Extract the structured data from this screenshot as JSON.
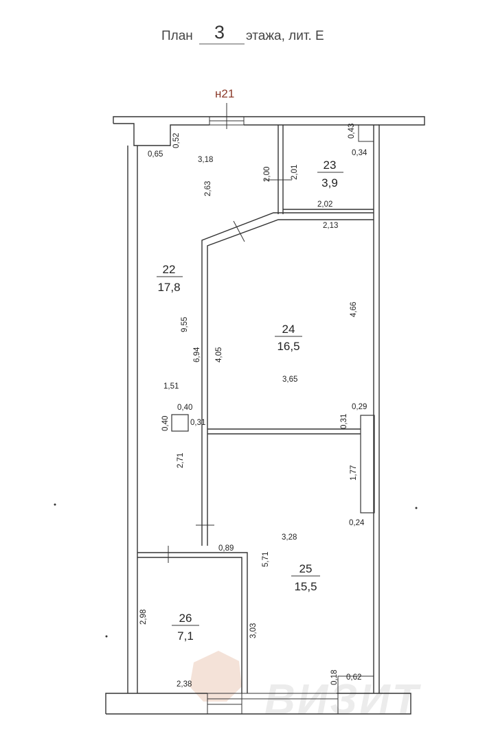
{
  "title": {
    "prefix": "План",
    "floor": "3",
    "suffix": "этажа, лит. Е"
  },
  "entrance_mark": "н21",
  "watermark": "ВИЗИТ",
  "rooms": [
    {
      "number": "22",
      "area": "17,8"
    },
    {
      "number": "23",
      "area": "3,9"
    },
    {
      "number": "24",
      "area": "16,5"
    },
    {
      "number": "25",
      "area": "15,5"
    },
    {
      "number": "26",
      "area": "7,1"
    }
  ],
  "dimensions": {
    "d_052": "0,52",
    "d_065": "0,65",
    "d_318": "3,18",
    "d_263": "2,63",
    "d_200": "2,00",
    "d_201": "2,01",
    "d_043": "0,43",
    "d_034": "0,34",
    "d_202": "2,02",
    "d_213": "2,13",
    "d_955": "9,55",
    "d_694": "6,94",
    "d_405": "4,05",
    "d_466": "4,66",
    "d_365": "3,65",
    "d_151": "1,51",
    "d_040a": "0,40",
    "d_040b": "0,40",
    "d_031": "0,31",
    "d_031b": "0,31",
    "d_029": "0,29",
    "d_271": "2,71",
    "d_177": "1,77",
    "d_024": "0,24",
    "d_328": "3,28",
    "d_089": "0,89",
    "d_571": "5,71",
    "d_298": "2,98",
    "d_303": "3,03",
    "d_238": "2,38",
    "d_018": "0,18",
    "d_062": "0,62"
  }
}
